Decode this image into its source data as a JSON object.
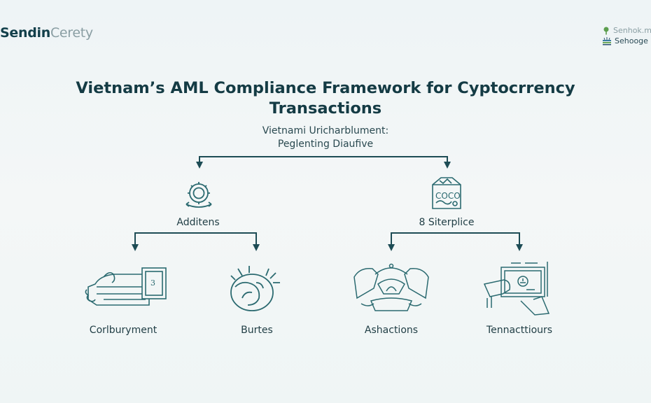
{
  "header": {
    "logo_left": {
      "bold": "Sendin",
      "light": "Cerety"
    },
    "logo_right": {
      "line1": "Senhok.m",
      "line2": "Sehooge"
    }
  },
  "diagram": {
    "title_line1": "Vietnam’s AML Compliance Framework for Cyptocrrency",
    "title_line2": "Transactions",
    "root": {
      "line1": "Vietnami Uricharblument:",
      "line2": "Peglenting Diaufive"
    },
    "branches": [
      {
        "label": "Additens",
        "icon": "gear-icon",
        "children": [
          {
            "label": "Corlburyment",
            "icon": "truck-icon"
          },
          {
            "label": "Burtes",
            "icon": "globe-burst-icon"
          }
        ]
      },
      {
        "label": "8 Siterplice",
        "icon": "document-box-icon",
        "children": [
          {
            "label": "Ashactions",
            "icon": "hands-icon"
          },
          {
            "label": "Tennacttiours",
            "icon": "monitor-hand-icon"
          }
        ]
      }
    ]
  },
  "colors": {
    "text": "#14383f",
    "line": "#1d4c55",
    "icon": "#2b6a70",
    "background": "#f0f5f6"
  }
}
